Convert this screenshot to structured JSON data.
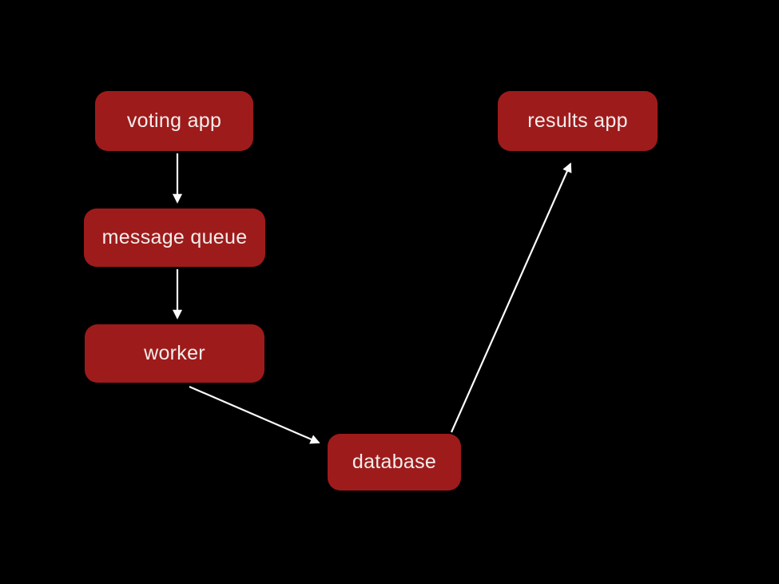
{
  "diagram": {
    "background_color": "#000000",
    "node_fill_color": "#9e1b1b",
    "node_text_color": "#f3eeec",
    "arrow_color": "#fbfbfb",
    "nodes": [
      {
        "id": "voting-app",
        "label": "voting app"
      },
      {
        "id": "message-queue",
        "label": "message queue"
      },
      {
        "id": "worker",
        "label": "worker"
      },
      {
        "id": "database",
        "label": "database"
      },
      {
        "id": "results-app",
        "label": "results app"
      }
    ],
    "edges": [
      {
        "from": "voting-app",
        "to": "message-queue"
      },
      {
        "from": "message-queue",
        "to": "worker"
      },
      {
        "from": "worker",
        "to": "database"
      },
      {
        "from": "database",
        "to": "results-app"
      }
    ]
  }
}
